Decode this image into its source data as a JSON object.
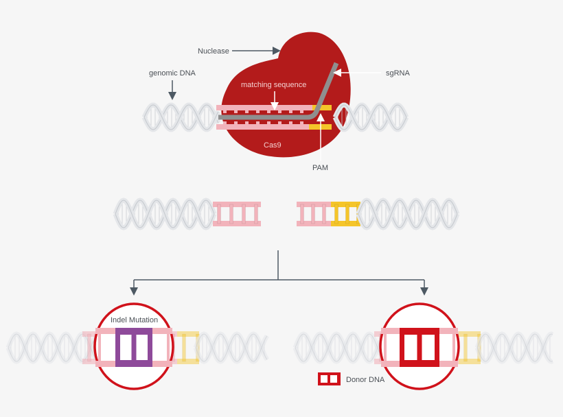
{
  "labels": {
    "nuclease": "Nuclease",
    "genomic_dna": "genomic DNA",
    "sgrna": "sgRNA",
    "matching_sequence": "matching sequence",
    "cas9": "Cas9",
    "pam": "PAM",
    "indel_mutation": "Indel Mutation",
    "donor_dna": "Donor DNA"
  },
  "colors": {
    "cas9": "#b31b1b",
    "target_dna": "#f2b3bb",
    "pam": "#f5c52a",
    "sgrna": "#8f8f8f",
    "indel": "#8e4a9a",
    "donor": "#d0121b",
    "helix": "#d9dce0",
    "arrow": "#4d5963"
  }
}
